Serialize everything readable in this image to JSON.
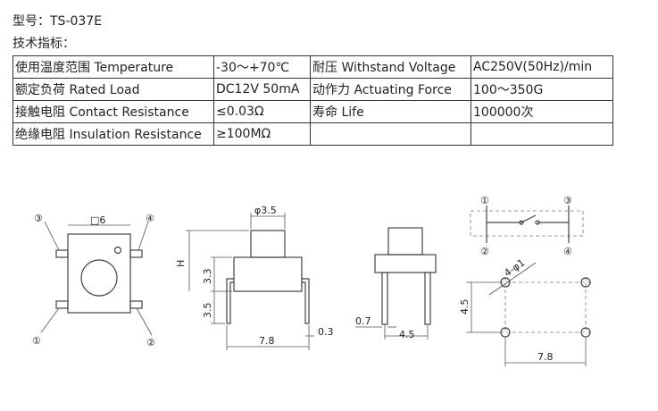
{
  "header": {
    "model_line": "型号：TS-037E",
    "specs_title": "技术指标："
  },
  "spec_table": {
    "rows": [
      [
        "使用温度范围 Temperature",
        "-30～+70℃",
        "耐压 Withstand Voltage",
        "AC250V(50Hz)/min"
      ],
      [
        "额定负荷 Rated Load",
        "DC12V 50mA",
        "动作力 Actuating Force",
        "100～350G"
      ],
      [
        "接触电阻 Contact Resistance",
        "≤0.03Ω",
        "寿命 Life",
        "100000次"
      ],
      [
        "绝缘电阻 Insulation Resistance",
        "≥100MΩ",
        "",
        ""
      ]
    ]
  },
  "drawings": {
    "top_view": {
      "pin_labels": [
        "③",
        "④",
        "①",
        "②"
      ],
      "size_label": "□6"
    },
    "side_view": {
      "cap_dim": "φ3.5",
      "height_label": "H",
      "dim_upper": "3.3",
      "dim_lower": "3.5",
      "width_dim": "7.8",
      "lead_dim": "0.3"
    },
    "front_view": {
      "lead_dim": "0.7",
      "pitch_dim": "4.5"
    },
    "circuit": {
      "pin_labels": [
        "①",
        "③",
        "②",
        "④"
      ]
    },
    "pcb_layout": {
      "hole_dim": "4-φ1",
      "vertical_dim": "4.5",
      "horizontal_dim": "7.8"
    }
  }
}
